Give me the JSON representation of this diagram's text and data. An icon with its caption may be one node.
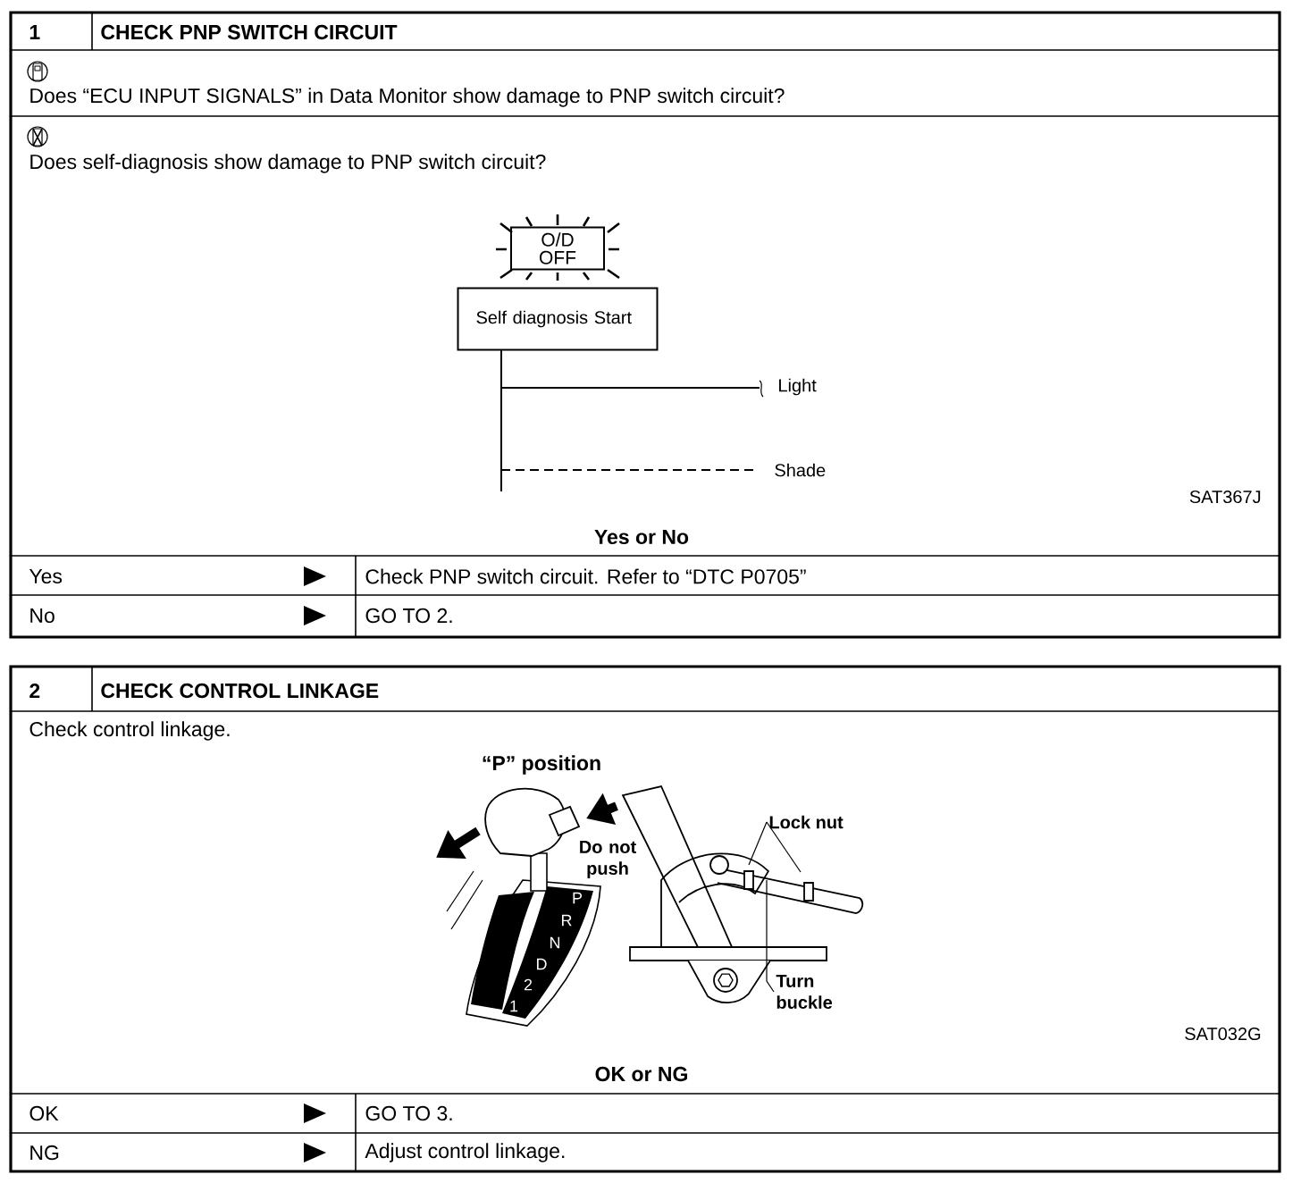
{
  "diagram": {
    "nodes": [
      {
        "text": [
          "O/D OFF"
        ]
      },
      {
        "text": [
          "Self diagnosis Start"
        ]
      },
      {
        "text": [
          "Lock nut"
        ]
      },
      {
        "text": [
          "Turn buckle"
        ]
      }
    ],
    "edges": [
      {
        "from": 2,
        "to": null,
        "arrow": "none"
      },
      {
        "from": 2,
        "to": null,
        "arrow": "none"
      },
      {
        "from": 3,
        "to": null,
        "arrow": "none"
      }
    ],
    "labels": [
      "1",
      "CHECK PNP SWITCH CIRCUIT",
      "Does “ECU INPUT SIGNALS” in Data Monitor show damage to PNP switch circuit?",
      "Does self-diagnosis show damage to PNP switch circuit?",
      "Light",
      "Shade",
      "SAT367J",
      "Yes or No",
      "Yes",
      "Check PNP switch circuit. Refer to “DTC P0705”",
      "No",
      "GO TO 2.",
      "2",
      "CHECK CONTROL LINKAGE",
      "Check control linkage.",
      "“P” position",
      "Do not push",
      "P",
      "R",
      "N",
      "D",
      "2",
      "1",
      "SAT032G",
      "OK or NG",
      "OK",
      "GO TO 3.",
      "NG",
      "Adjust control linkage."
    ]
  }
}
